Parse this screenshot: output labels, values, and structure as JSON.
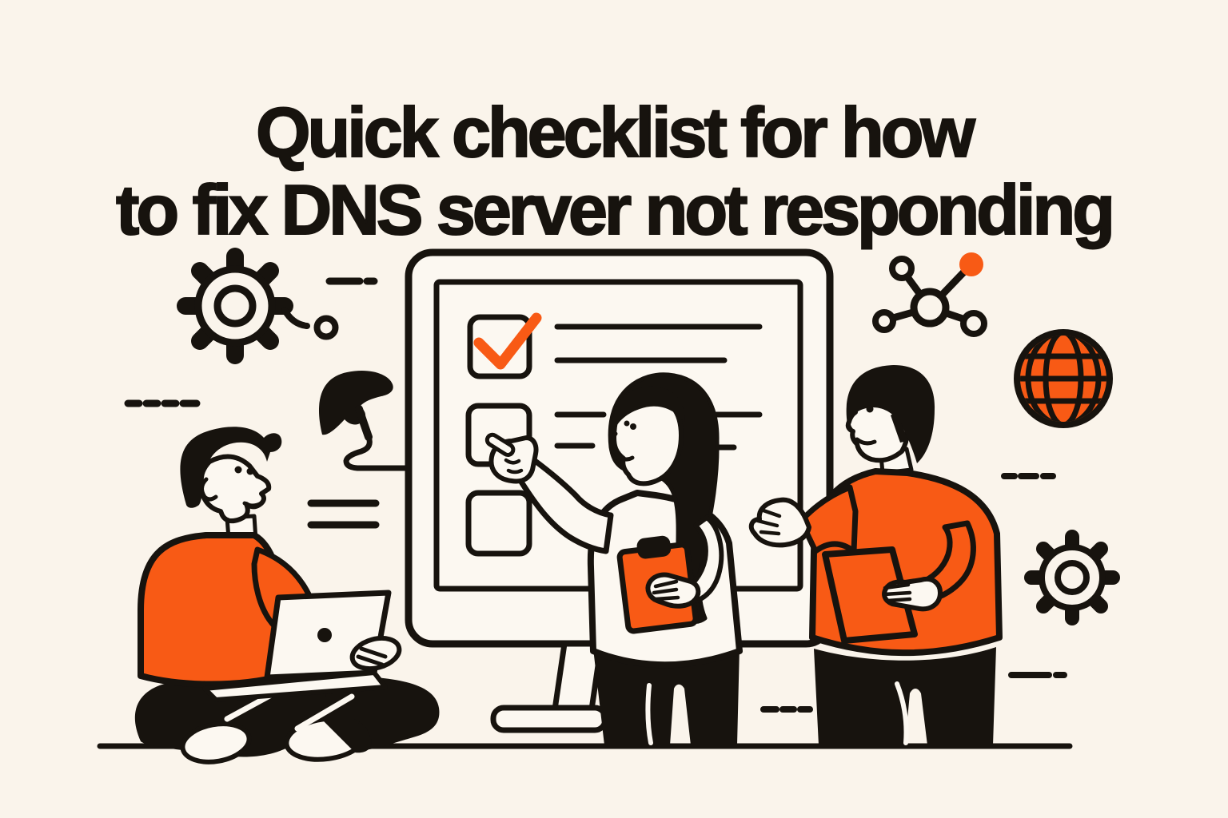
{
  "title": {
    "line1": "Quick checklist for how",
    "line2": "to fix DNS server not responding"
  },
  "colors": {
    "bg": "#FAF4EB",
    "paper": "#FCF8F1",
    "ink": "#17130E",
    "orange": "#F85A15"
  },
  "scene": {
    "description": "Flat illustration of three people reviewing a checklist shown on a large monitor",
    "checklist": {
      "items": [
        {
          "checked": true
        },
        {
          "checked": false
        },
        {
          "checked": false
        }
      ]
    },
    "people": [
      {
        "name": "man-sitting-with-laptop",
        "top_color": "orange"
      },
      {
        "name": "woman-pointing-with-clipboard",
        "top_color": "cream"
      },
      {
        "name": "man-holding-folder",
        "top_color": "orange"
      }
    ],
    "icons": [
      "gear-icon",
      "node-link-icon",
      "lamp-icon",
      "network-nodes-icon",
      "globe-icon",
      "gear-icon",
      "dash-decorations"
    ]
  }
}
